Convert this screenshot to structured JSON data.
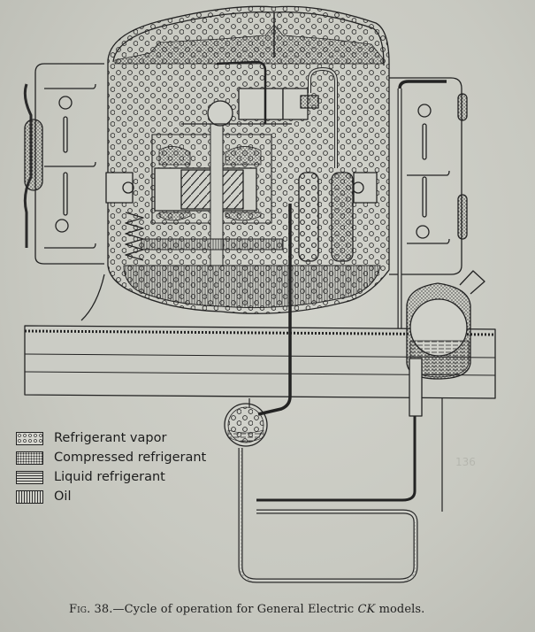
{
  "figure": {
    "number_label": "Fig. 38.",
    "caption_text": "—Cycle of operation for General Electric ",
    "caption_model": "CK",
    "caption_suffix": " models.",
    "subject": "General Electric CK refrigerator compressor and refrigerant cycle cross-section"
  },
  "legend": {
    "items": [
      {
        "pattern": "open-circles",
        "label": "Refrigerant vapor"
      },
      {
        "pattern": "fine-dots",
        "label": "Compressed refrigerant"
      },
      {
        "pattern": "horizontal-dashes",
        "label": "Liquid refrigerant"
      },
      {
        "pattern": "vertical-lines",
        "label": "Oil"
      }
    ]
  },
  "page": {
    "faint_page_number": "136"
  },
  "colors": {
    "paper": "#c9cac3",
    "ink": "#222222"
  }
}
